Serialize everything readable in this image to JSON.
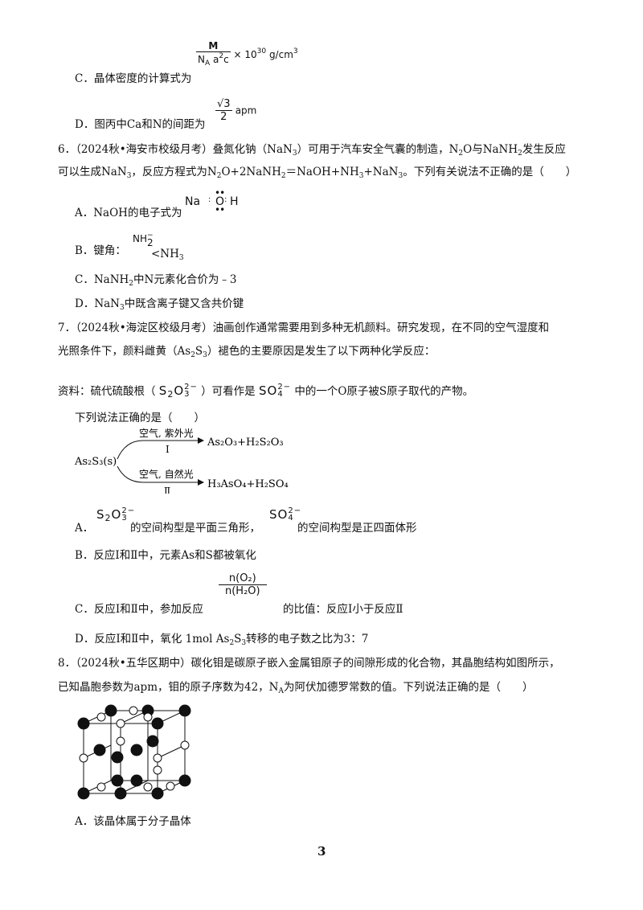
{
  "q5": {
    "optC_label": "C．晶体密度的计算式为",
    "optC_num": "M",
    "optC_den": "N",
    "optC_den_sub": "A",
    "optC_den_rest": "a",
    "optC_den_sup": "2",
    "optC_den_tail": "c",
    "optC_mult": "× 10",
    "optC_exp": "30",
    "optC_unit": "g/cm",
    "optC_unit_exp": "3",
    "optD_label": "D．图丙中Ca和N的间距为",
    "optD_sqrt": "√3",
    "optD_den": "2",
    "optD_unit": "apm"
  },
  "q6": {
    "line1": "6．（2024秋•海安市校级月考）叠氮化钠（NaN",
    "line1_sub": "3",
    "line1_b": "）可用于汽车安全气囊的制造，N",
    "line1_sub2": "2",
    "line1_c": "O与NaNH",
    "line1_sub3": "2",
    "line1_d": "发生反应",
    "line2_a": "可以生成NaN",
    "line2_sub": "3",
    "line2_b": "，反应方程式为N",
    "line2_sub2": "2",
    "line2_c": "O+2NaNH",
    "line2_sub3": "2",
    "line2_d": "＝NaOH+NH",
    "line2_sub4": "3",
    "line2_e": "+NaN",
    "line2_sub5": "3",
    "line2_f": "。下列有关说法不正确的是（　　）",
    "optA_label": "A．NaOH的电子式为",
    "optA_na": "Na",
    "optA_o": "O",
    "optA_h": "H",
    "optB_label": "B．键角：",
    "optB_ion": "NH",
    "optB_ion_sub": "2",
    "optB_ion_sup": "−",
    "optB_rest": "<NH",
    "optB_rest_sub": "3",
    "optC": "C．NaNH",
    "optC_sub": "2",
    "optC_rest": "中N元素化合价为﹣3",
    "optD": "D．NaN",
    "optD_sub": "3",
    "optD_rest": "中既含离子键又含共价键"
  },
  "q7": {
    "line1": "7．（2024秋•海淀区校级月考）油画创作通常需要用到多种无机颜料。研究发现，在不同的空气湿度和",
    "line2_a": "光照条件下，颜料雌黄（As",
    "line2_sub": "2",
    "line2_b": "S",
    "line2_sub2": "3",
    "line2_c": "）褪色的主要原因是发生了以下两种化学反应：",
    "info_a": "资料：硫代硫酸根（",
    "info_ion1": "S",
    "info_ion1_sub": "2",
    "info_ion1_b": "O",
    "info_ion1_sub2": "3",
    "info_ion1_sup": "2−",
    "info_b": "）可看作是",
    "info_ion2": "SO",
    "info_ion2_sub": "4",
    "info_ion2_sup": "2−",
    "info_c": "中的一个O原子被S原子取代的产物。",
    "question": "下列说法正确的是（　　）",
    "scheme": {
      "reactant": "As₂S₃(s)",
      "upper_cond": "空气, 紫外光",
      "upper_roman": "I",
      "upper_product": "As₂O₃+H₂S₂O₃",
      "lower_cond": "空气, 自然光",
      "lower_roman": "Ⅱ",
      "lower_product": "H₃AsO₄+H₂SO₄"
    },
    "optA_label": "A．",
    "optA_mid": "的空间构型是平面三角形，",
    "optA_end": "的空间构型是正四面体形",
    "optB": "B．反应Ⅰ和Ⅱ中，元素As和S都被氧化",
    "optC_label": "C．反应Ⅰ和Ⅱ中，参加反应",
    "optC_num": "n(O₂)",
    "optC_den": "n(H₂O)",
    "optC_end": "的比值：反应Ⅰ小于反应Ⅱ",
    "optD_a": "D．反应Ⅰ和Ⅱ中，氧化 1mol  As",
    "optD_sub": "2",
    "optD_b": "S",
    "optD_sub2": "3",
    "optD_c": "转移的电子数之比为3：7"
  },
  "q8": {
    "line1": "8．（2024秋•五华区期中）碳化钼是碳原子嵌入金属钼原子的间隙形成的化合物，其晶胞结构如图所示，",
    "line2_a": "已知晶胞参数为apm，钼的原子序数为42，N",
    "line2_sub": "A",
    "line2_b": "为阿伏加德罗常数的值。下列说法正确的是（　　）",
    "optA": "A．该晶体属于分子晶体"
  },
  "page_number": "3"
}
